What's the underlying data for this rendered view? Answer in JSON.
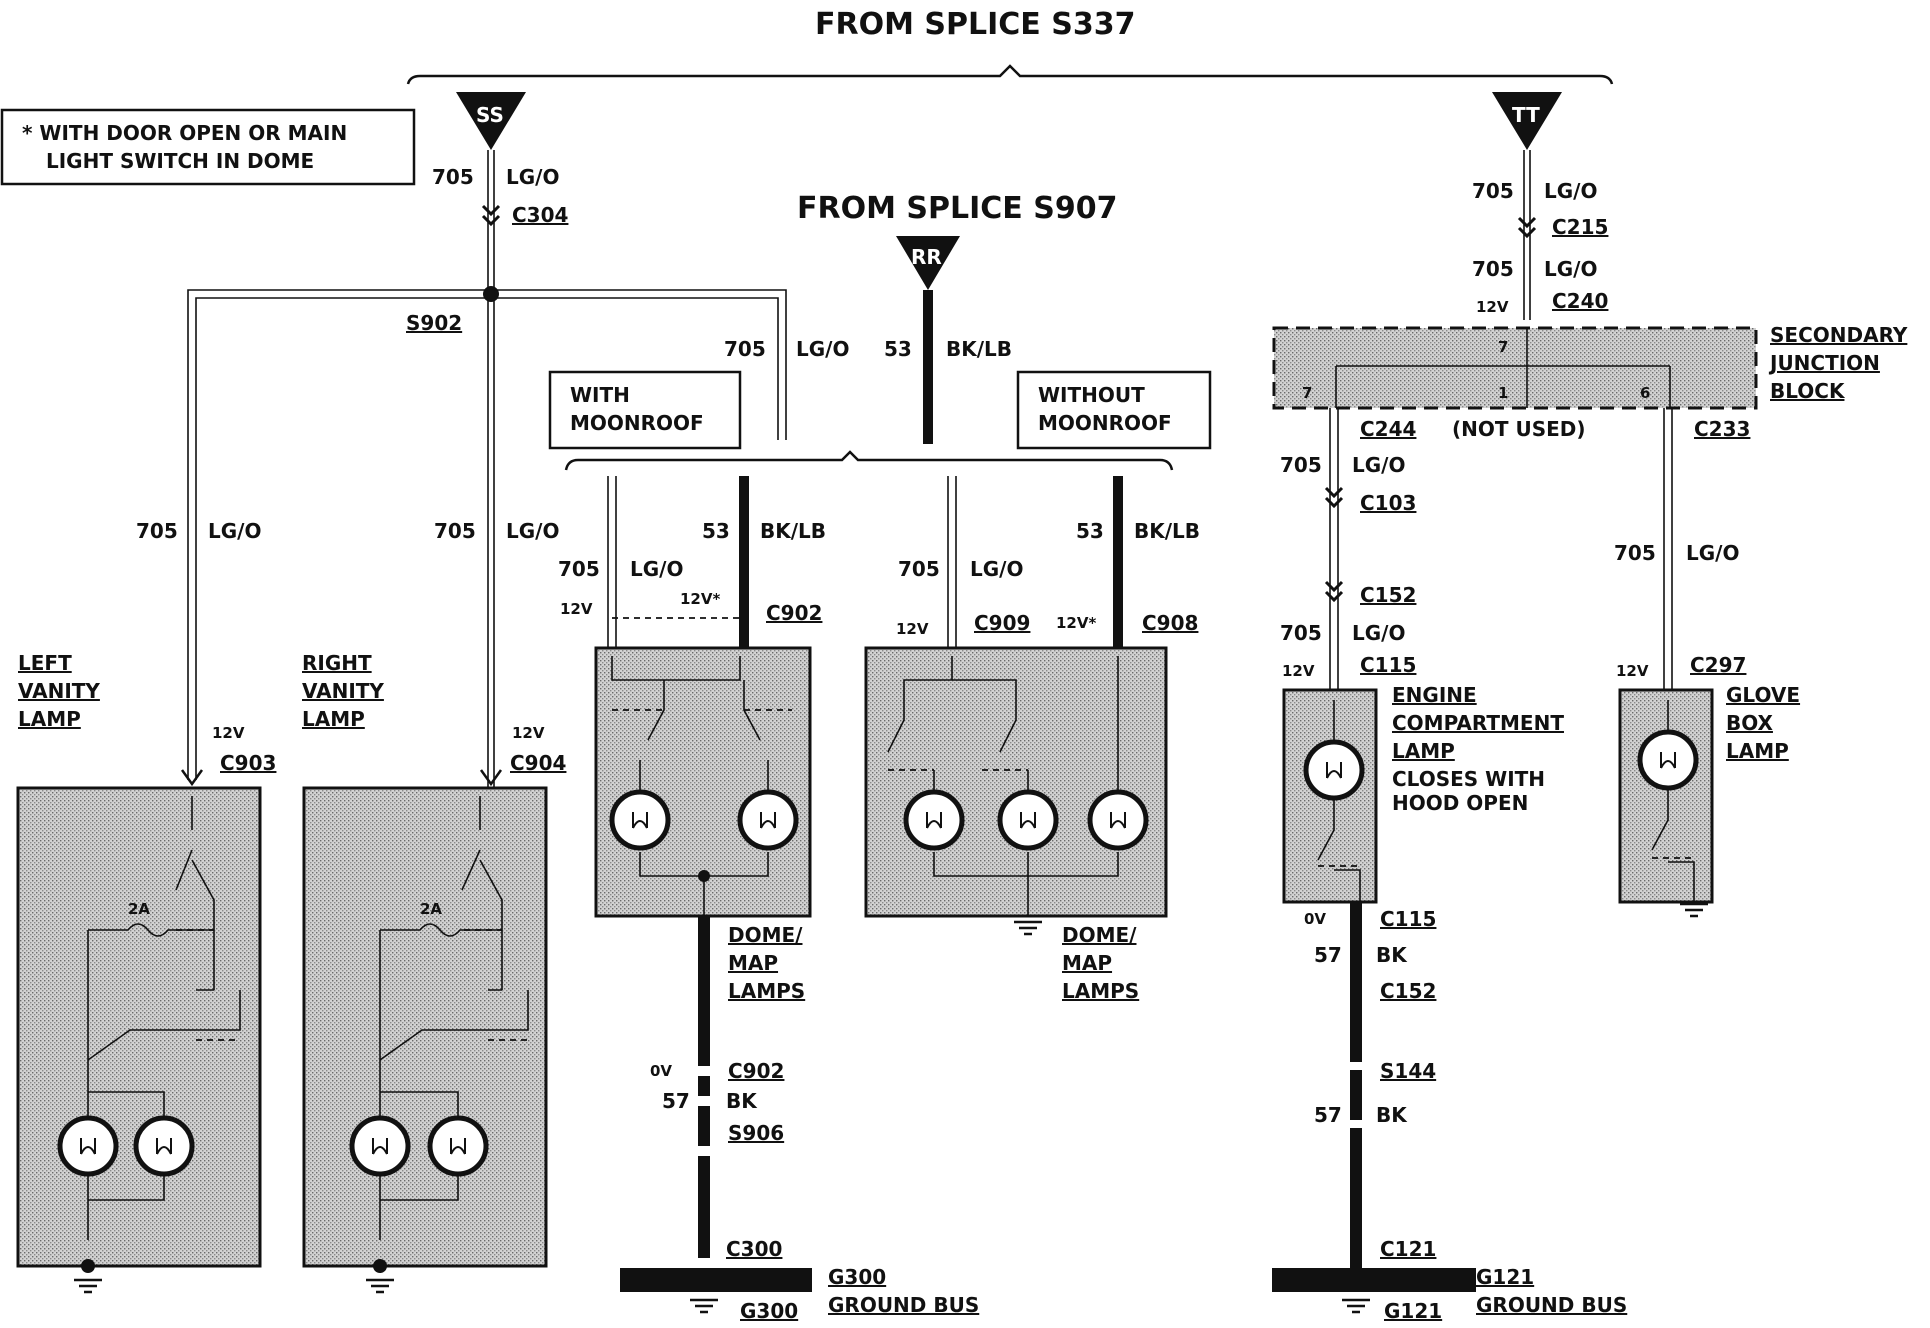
{
  "header": {
    "from_s337": "FROM SPLICE S337",
    "from_s907": "FROM SPLICE S907",
    "note_line1": "* WITH DOOR OPEN OR MAIN",
    "note_line2": "LIGHT SWITCH IN DOME"
  },
  "splices": {
    "ss": "SS",
    "tt": "TT",
    "rr": "RR",
    "s902": "S902",
    "s906": "S906",
    "s144": "S144"
  },
  "wire": {
    "n705": "705",
    "lgo": "LG/O",
    "n53": "53",
    "bklb": "BK/LB",
    "n57": "57",
    "bk": "BK"
  },
  "voltage": {
    "v12": "12V",
    "v12s": "12V*",
    "v0": "0V"
  },
  "connectors": {
    "c304": "C304",
    "c903": "C903",
    "c904": "C904",
    "c902": "C902",
    "c909": "C909",
    "c908": "C908",
    "c215": "C215",
    "c240": "C240",
    "c244": "C244",
    "c103": "C103",
    "c152": "C152",
    "c115": "C115",
    "c233": "C233",
    "c297": "C297",
    "c300": "C300",
    "c121": "C121"
  },
  "options": {
    "with1": "WITH",
    "with2": "MOONROOF",
    "without1": "WITHOUT",
    "without2": "MOONROOF"
  },
  "components": {
    "left_vanity": [
      "LEFT",
      "VANITY",
      "LAMP"
    ],
    "right_vanity": [
      "RIGHT",
      "VANITY",
      "LAMP"
    ],
    "dome_map": [
      "DOME/",
      "MAP",
      "LAMPS"
    ],
    "engine": [
      "ENGINE",
      "COMPARTMENT",
      "LAMP"
    ],
    "engine_note": [
      "CLOSES WITH",
      "HOOD OPEN"
    ],
    "glove": [
      "GLOVE",
      "BOX",
      "LAMP"
    ],
    "sjb": [
      "SECONDARY",
      "JUNCTION",
      "BLOCK"
    ],
    "not_used": "(NOT USED)",
    "fuse": "2A"
  },
  "pins": {
    "p7": "7",
    "p1": "1",
    "p6": "6"
  },
  "grounds": {
    "g300": "G300",
    "g121": "G121",
    "bus": "GROUND BUS"
  }
}
